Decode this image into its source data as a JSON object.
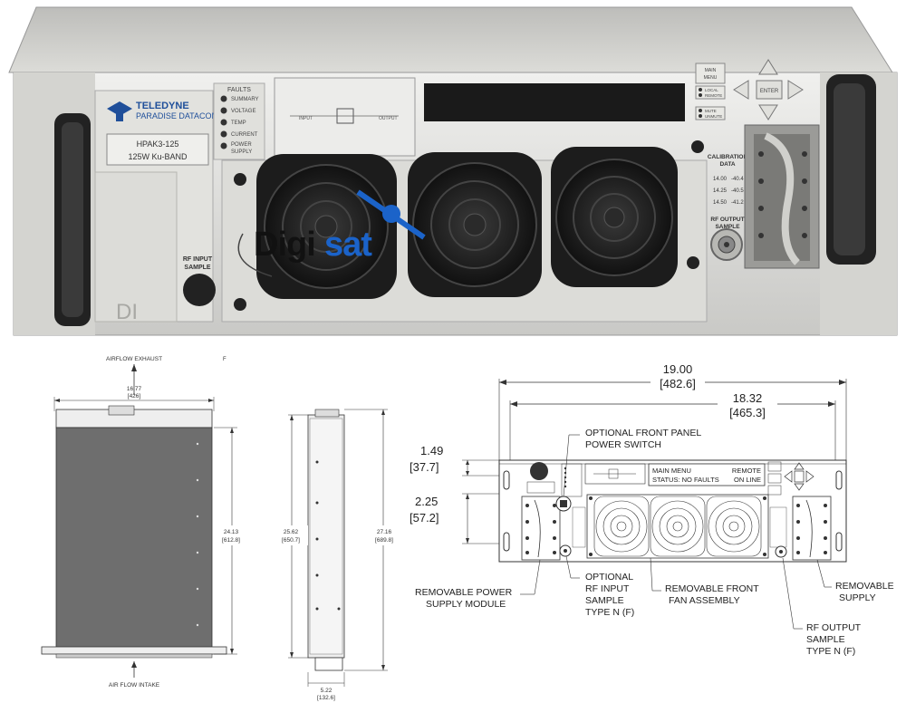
{
  "photo": {
    "brand_line1": "TELEDYNE",
    "brand_line2": "PARADISE DATACOM LLC",
    "model_line1": "HPAK3-125",
    "model_line2": "125W Ku-BAND",
    "faults_title": "FAULTS",
    "fault_items": [
      "SUMMARY",
      "VOLTAGE",
      "TEMP",
      "CURRENT",
      "POWER",
      "SUPPLY"
    ],
    "diagram_input": "INPUT",
    "diagram_output": "OUTPUT",
    "main_menu_line1": "MAIN",
    "main_menu_line2": "MENU",
    "local_label": "LOCAL",
    "remote_label": "REMOTE",
    "mute_label": "MUTE",
    "unmute_label": "UNMUTE",
    "enter_label": "ENTER",
    "calibration_line1": "CALIBRATION",
    "calibration_line2": "DATA",
    "calibration_rows": [
      {
        "freq": "14.00",
        "value": "-40.4"
      },
      {
        "freq": "14.25",
        "value": "-40.5"
      },
      {
        "freq": "14.50",
        "value": "-41.2"
      }
    ],
    "rf_output_line1": "RF OUTPUT",
    "rf_output_line2": "SAMPLE",
    "rf_input_line1": "RF INPUT",
    "rf_input_line2": "SAMPLE",
    "di_label": "DI",
    "watermark_left": "Digi",
    "watermark_right": "sat"
  },
  "top_view": {
    "airflow_exhaust": "AIRFLOW EXHAUST",
    "air_flow_intake": "AIR FLOW INTAKE",
    "width_in": "16.77",
    "width_mm": "[426]",
    "depth_in": "24.13",
    "depth_mm": "[612.8]",
    "mark": "F"
  },
  "side_view": {
    "depth_in": "25.62",
    "depth_mm": "[650.7]",
    "overall_in": "27.16",
    "overall_mm": "[689.8]",
    "height_in": "5.22",
    "height_mm": "[132.6]"
  },
  "front_view": {
    "overall_width_in": "19.00",
    "overall_width_mm": "[482.6]",
    "inner_width_in": "18.32",
    "inner_width_mm": "[465.3]",
    "dim1_in": "1.49",
    "dim1_mm": "[37.7]",
    "dim2_in": "2.25",
    "dim2_mm": "[57.2]",
    "opt_power_line1": "OPTIONAL FRONT PANEL",
    "opt_power_line2": "POWER SWITCH",
    "lcd_line1_left": "MAIN MENU",
    "lcd_line1_right": "REMOTE",
    "lcd_line2_left": "STATUS: NO FAULTS",
    "lcd_line2_right": "ON LINE",
    "callout_psu_line1": "REMOVABLE POWER",
    "callout_psu_line2": "SUPPLY MODULE",
    "callout_rfin_line1": "OPTIONAL",
    "callout_rfin_line2": "RF INPUT",
    "callout_rfin_line3": "SAMPLE",
    "callout_rfin_line4": "TYPE N (F)",
    "callout_fan_line1": "REMOVABLE FRONT",
    "callout_fan_line2": "FAN ASSEMBLY",
    "callout_supply_line1": "REMOVABLE",
    "callout_supply_line2": "SUPPLY",
    "callout_rfout_line1": "RF OUTPUT",
    "callout_rfout_line2": "SAMPLE",
    "callout_rfout_line3": "TYPE N (F)"
  },
  "colors": {
    "chassis": "#d9d9d6",
    "panel": "#e6e6e2",
    "handle": "#222222",
    "fan": "#1c1c1c",
    "teledyne_blue": "#1f4f9a",
    "digisat_blue": "#1b63c9",
    "drawing_line": "#333333"
  }
}
